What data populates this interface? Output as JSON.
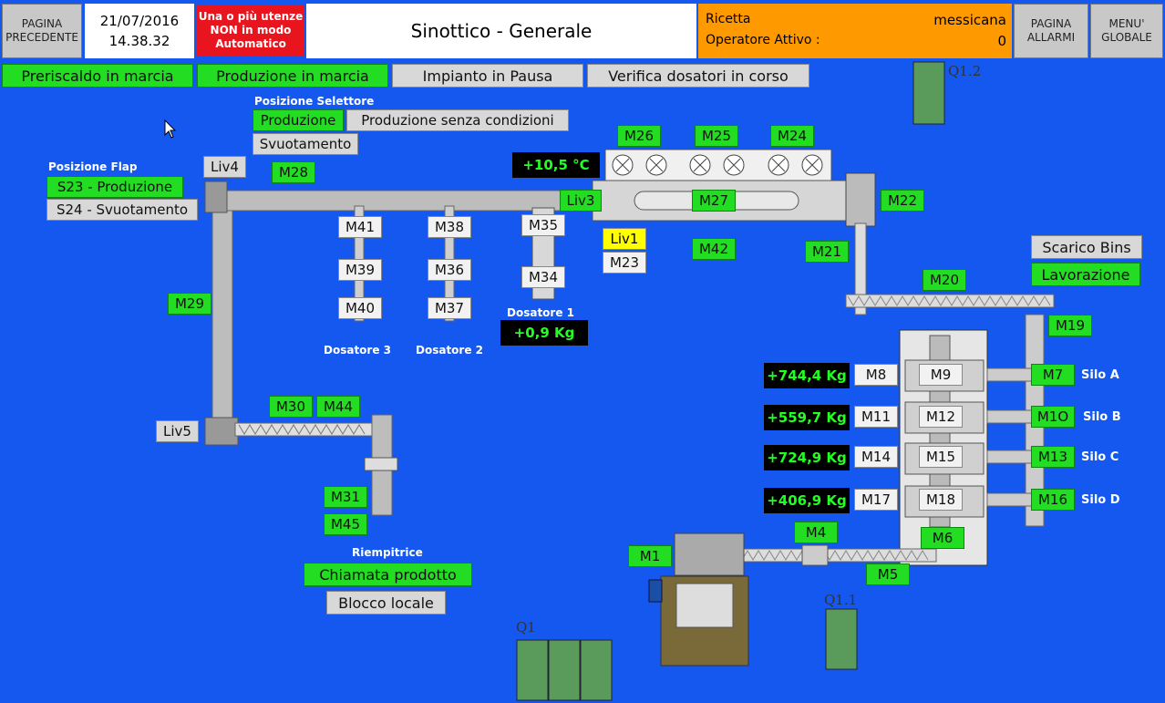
{
  "header": {
    "prev_page": "PAGINA PRECEDENTE",
    "date": "21/07/2016",
    "time": "14.38.32",
    "alert": "Una o più utenze NON in modo Automatico",
    "title": "Sinottico - Generale",
    "recipe_label": "Ricetta",
    "recipe_value": "messicana",
    "operator_label": "Operatore Attivo :",
    "operator_value": "0",
    "alarm_page": "PAGINA ALLARMI",
    "global_menu": "MENU' GLOBALE"
  },
  "status": {
    "preheat": "Preriscaldo in marcia",
    "production": "Produzione in marcia",
    "pause": "Impianto in Pausa",
    "dosers": "Verifica dosatori in corso"
  },
  "selector": {
    "title": "Posizione Selettore",
    "production": "Produzione",
    "production_nc": "Produzione senza condizioni",
    "empty": "Svuotamento"
  },
  "flap": {
    "title": "Posizione Flap",
    "s23": "S23 - Produzione",
    "s24": "S24 - Svuotamento"
  },
  "levels": {
    "liv1": "Liv1",
    "liv3": "Liv3",
    "liv4": "Liv4",
    "liv5": "Liv5"
  },
  "temperature": "+10,5 °C",
  "doser1": {
    "label": "Dosatore 1",
    "weight": "+0,9 Kg"
  },
  "doser2": "Dosatore 2",
  "doser3": "Dosatore 3",
  "bins": {
    "scarico": "Scarico Bins",
    "lavorazione": "Lavorazione"
  },
  "filler": {
    "title": "Riempitrice",
    "call": "Chiamata prodotto",
    "lock": "Blocco locale"
  },
  "silos": [
    {
      "name": "Silo A",
      "weight": "+744,4 Kg"
    },
    {
      "name": "Silo B",
      "weight": "+559,7 Kg"
    },
    {
      "name": "Silo C",
      "weight": "+724,9 Kg"
    },
    {
      "name": "Silo D",
      "weight": "+406,9 Kg"
    }
  ],
  "motors": {
    "m1": "M1",
    "m4": "M4",
    "m5": "M5",
    "m6": "M6",
    "m7": "M7",
    "m8": "M8",
    "m9": "M9",
    "m10": "M1O",
    "m11": "M11",
    "m12": "M12",
    "m13": "M13",
    "m14": "M14",
    "m15": "M15",
    "m16": "M16",
    "m17": "M17",
    "m18": "M18",
    "m19": "M19",
    "m20": "M20",
    "m21": "M21",
    "m22": "M22",
    "m23": "M23",
    "m24": "M24",
    "m25": "M25",
    "m26": "M26",
    "m27": "M27",
    "m28": "M28",
    "m29": "M29",
    "m30": "M30",
    "m31": "M31",
    "m34": "M34",
    "m35": "M35",
    "m36": "M36",
    "m37": "M37",
    "m38": "M38",
    "m39": "M39",
    "m40": "M40",
    "m41": "M41",
    "m42": "M42",
    "m44": "M44",
    "m45": "M45"
  },
  "cabinets": {
    "q1": "Q1",
    "q11": "Q1.1",
    "q12": "Q1.2"
  },
  "colors": {
    "background": "#1458f0",
    "active": "#22dd22",
    "inactive": "#d8d8d8",
    "alarm": "#e8141e",
    "recipe": "#ff9900",
    "warning": "#ffff00"
  }
}
